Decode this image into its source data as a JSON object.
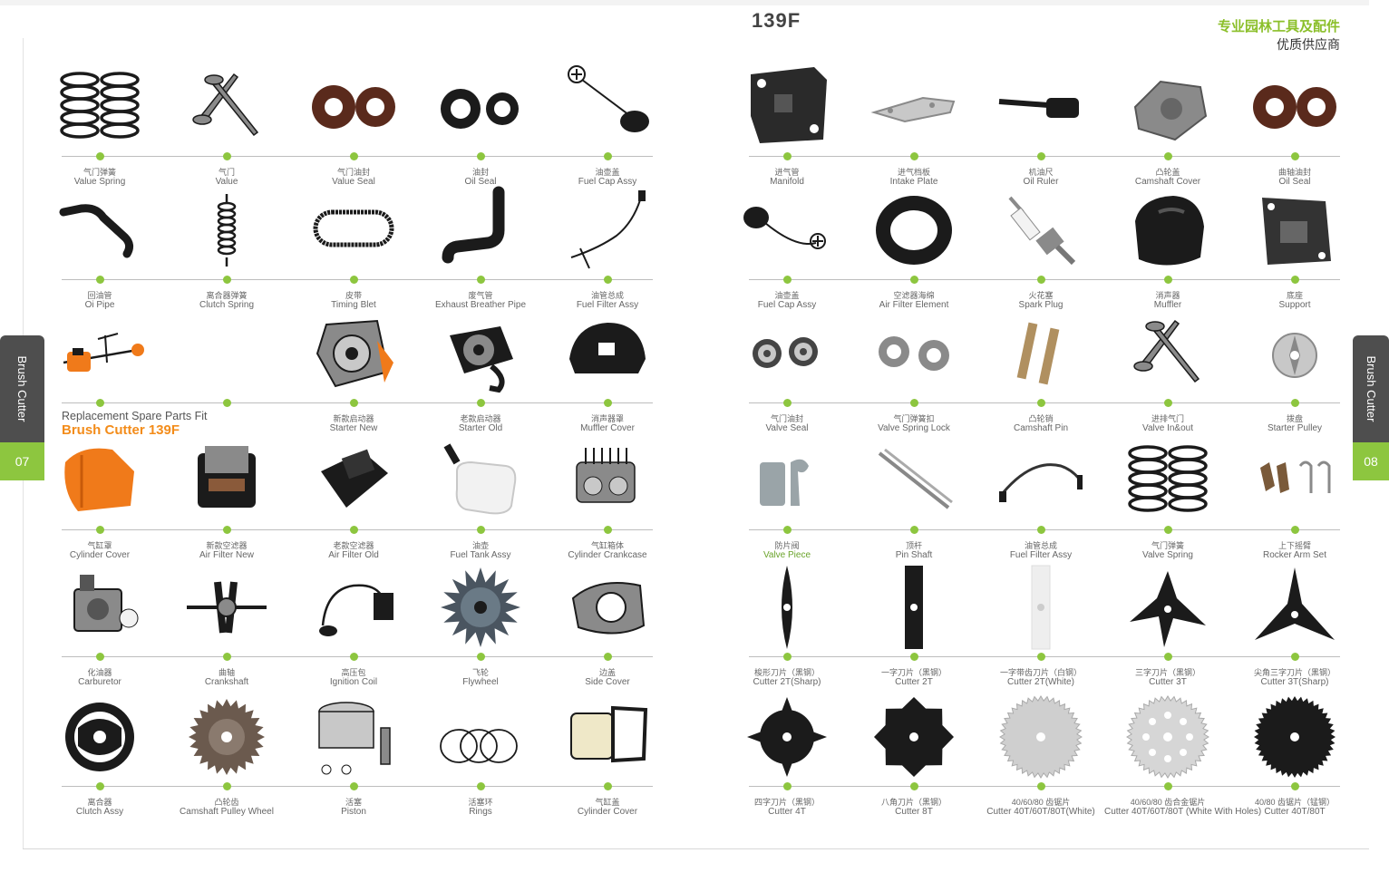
{
  "header": {
    "model": "139F",
    "brand_cn": "专业园林工具及配件",
    "brand_sub": "优质供应商"
  },
  "tabs": {
    "left_label": "Brush Cutter",
    "left_page": "07",
    "right_label": "Brush Cutter",
    "right_page": "08"
  },
  "special": {
    "line1": "Replacement Spare Parts Fit",
    "line2": "Brush Cutter 139F"
  },
  "colors": {
    "accent": "#8dc63f",
    "orange": "#f38c1a",
    "dark": "#1a1a1a"
  },
  "left_rows": [
    [
      {
        "cn": "气门弹簧",
        "en": "Value Spring",
        "icon": "spring"
      },
      {
        "cn": "气门",
        "en": "Value",
        "icon": "valve"
      },
      {
        "cn": "气门油封",
        "en": "Value Seal",
        "icon": "seal-brown"
      },
      {
        "cn": "油封",
        "en": "Oil Seal",
        "icon": "seal-black"
      },
      {
        "cn": "油壶盖",
        "en": "Fuel Cap Assy",
        "icon": "fuel-cap"
      }
    ],
    [
      {
        "cn": "回油管",
        "en": "Oi Pipe",
        "icon": "pipe"
      },
      {
        "cn": "离合器弹簧",
        "en": "Clutch Spring",
        "icon": "small-spring"
      },
      {
        "cn": "皮带",
        "en": "Timing Blet",
        "icon": "belt"
      },
      {
        "cn": "废气管",
        "en": "Exhaust Breather Pipe",
        "icon": "elbow-pipe"
      },
      {
        "cn": "油管总成",
        "en": "Fuel Filter Assy",
        "icon": "fuel-line"
      }
    ],
    [
      {
        "cn": "",
        "en": "",
        "icon": "brush-cutter"
      },
      {
        "cn": "",
        "en": "",
        "icon": "none"
      },
      {
        "cn": "新款启动器",
        "en": "Starter New",
        "icon": "starter"
      },
      {
        "cn": "老款启动器",
        "en": "Starter Old",
        "icon": "starter-old"
      },
      {
        "cn": "消声器罩",
        "en": "Muffler Cover",
        "icon": "muffler-cover"
      }
    ],
    [
      {
        "cn": "气缸罩",
        "en": "Cylinder Cover",
        "icon": "cylinder-cover"
      },
      {
        "cn": "新款空滤器",
        "en": "Air Filter New",
        "icon": "air-filter"
      },
      {
        "cn": "老款空滤器",
        "en": "Air Filter Old",
        "icon": "air-filter-old"
      },
      {
        "cn": "油壶",
        "en": "Fuel Tank Assy",
        "icon": "fuel-tank"
      },
      {
        "cn": "气缸箱体",
        "en": "Cylinder Crankcase",
        "icon": "crankcase"
      }
    ],
    [
      {
        "cn": "化油器",
        "en": "Carburetor",
        "icon": "carburetor"
      },
      {
        "cn": "曲轴",
        "en": "Crankshaft",
        "icon": "crankshaft"
      },
      {
        "cn": "高压包",
        "en": "Ignition Coil",
        "icon": "ignition"
      },
      {
        "cn": "飞轮",
        "en": "Flywheel",
        "icon": "flywheel"
      },
      {
        "cn": "边盖",
        "en": "Side Cover",
        "icon": "side-cover"
      }
    ],
    [
      {
        "cn": "离合器",
        "en": "Clutch Assy",
        "icon": "clutch"
      },
      {
        "cn": "凸轮齿",
        "en": "Camshaft Pulley Wheel",
        "icon": "gear"
      },
      {
        "cn": "活塞",
        "en": "Piston",
        "icon": "piston"
      },
      {
        "cn": "活塞环",
        "en": "Rings",
        "icon": "rings"
      },
      {
        "cn": "气缸盖",
        "en": "Cylinder Cover",
        "icon": "gasket"
      }
    ]
  ],
  "right_rows": [
    [
      {
        "cn": "进气管",
        "en": "Manifold",
        "icon": "manifold"
      },
      {
        "cn": "进气档板",
        "en": "Intake Plate",
        "icon": "plate"
      },
      {
        "cn": "机油尺",
        "en": "Oil Ruler",
        "icon": "dipstick"
      },
      {
        "cn": "凸轮盖",
        "en": "Camshaft Cover",
        "icon": "cam-cover"
      },
      {
        "cn": "曲轴油封",
        "en": "Oil Seal",
        "icon": "seal-brown"
      }
    ],
    [
      {
        "cn": "油壶盖",
        "en": "Fuel Cap Assy",
        "icon": "fuel-cap2"
      },
      {
        "cn": "空滤器海绵",
        "en": "Air Filter Element",
        "icon": "foam"
      },
      {
        "cn": "火花塞",
        "en": "Spark Plug",
        "icon": "spark-plug"
      },
      {
        "cn": "消声器",
        "en": "Muffler",
        "icon": "muffler"
      },
      {
        "cn": "底座",
        "en": "Support",
        "icon": "support"
      }
    ],
    [
      {
        "cn": "气门油封",
        "en": "Valve Seal",
        "icon": "valve-seal"
      },
      {
        "cn": "气门弹簧扣",
        "en": "Valve Spring Lock",
        "icon": "spring-lock"
      },
      {
        "cn": "凸轮销",
        "en": "Camshaft Pin",
        "icon": "pins"
      },
      {
        "cn": "进排气门",
        "en": "Valve In&out",
        "icon": "valve"
      },
      {
        "cn": "拨盘",
        "en": "Starter Pulley",
        "icon": "pulley"
      }
    ],
    [
      {
        "cn": "防片阀",
        "en": "Valve Piece",
        "icon": "valve-piece"
      },
      {
        "cn": "顶杆",
        "en": "Pin Shaft",
        "icon": "pin-shaft"
      },
      {
        "cn": "油管总成",
        "en": "Fuel Filter Assy",
        "icon": "fuel-line2"
      },
      {
        "cn": "气门弹簧",
        "en": "Valve Spring",
        "icon": "spring"
      },
      {
        "cn": "上下摇臂",
        "en": "Rocker Arm Set",
        "icon": "rocker"
      }
    ],
    [
      {
        "cn": "梭形刀片（黑钢）",
        "en": "Cutter 2T(Sharp)",
        "icon": "blade-sharp"
      },
      {
        "cn": "一字刀片（黑钢）",
        "en": "Cutter 2T",
        "icon": "blade-2t"
      },
      {
        "cn": "一字带齿刀片（白钢）",
        "en": "Cutter 2T(White)",
        "icon": "blade-white"
      },
      {
        "cn": "三字刀片（黑钢）",
        "en": "Cutter 3T",
        "icon": "blade-3t"
      },
      {
        "cn": "尖角三字刀片（黑钢）",
        "en": "Cutter 3T(Sharp)",
        "icon": "blade-3t-sharp"
      }
    ],
    [
      {
        "cn": "四字刀片（黑钢）",
        "en": "Cutter 4T",
        "icon": "blade-4t"
      },
      {
        "cn": "八角刀片（黑钢）",
        "en": "Cutter 8T",
        "icon": "blade-8t"
      },
      {
        "cn": "40/60/80 齿锯片",
        "en": "Cutter 40T/60T/80T(White)",
        "icon": "saw-white"
      },
      {
        "cn": "40/60/80 齿合金锯片",
        "en": "Cutter 40T/60T/80T (White With Holes)",
        "icon": "saw-holes"
      },
      {
        "cn": "40/80 齿锯片（锰钢）",
        "en": "Cutter 40T/80T",
        "icon": "saw-black"
      }
    ]
  ]
}
